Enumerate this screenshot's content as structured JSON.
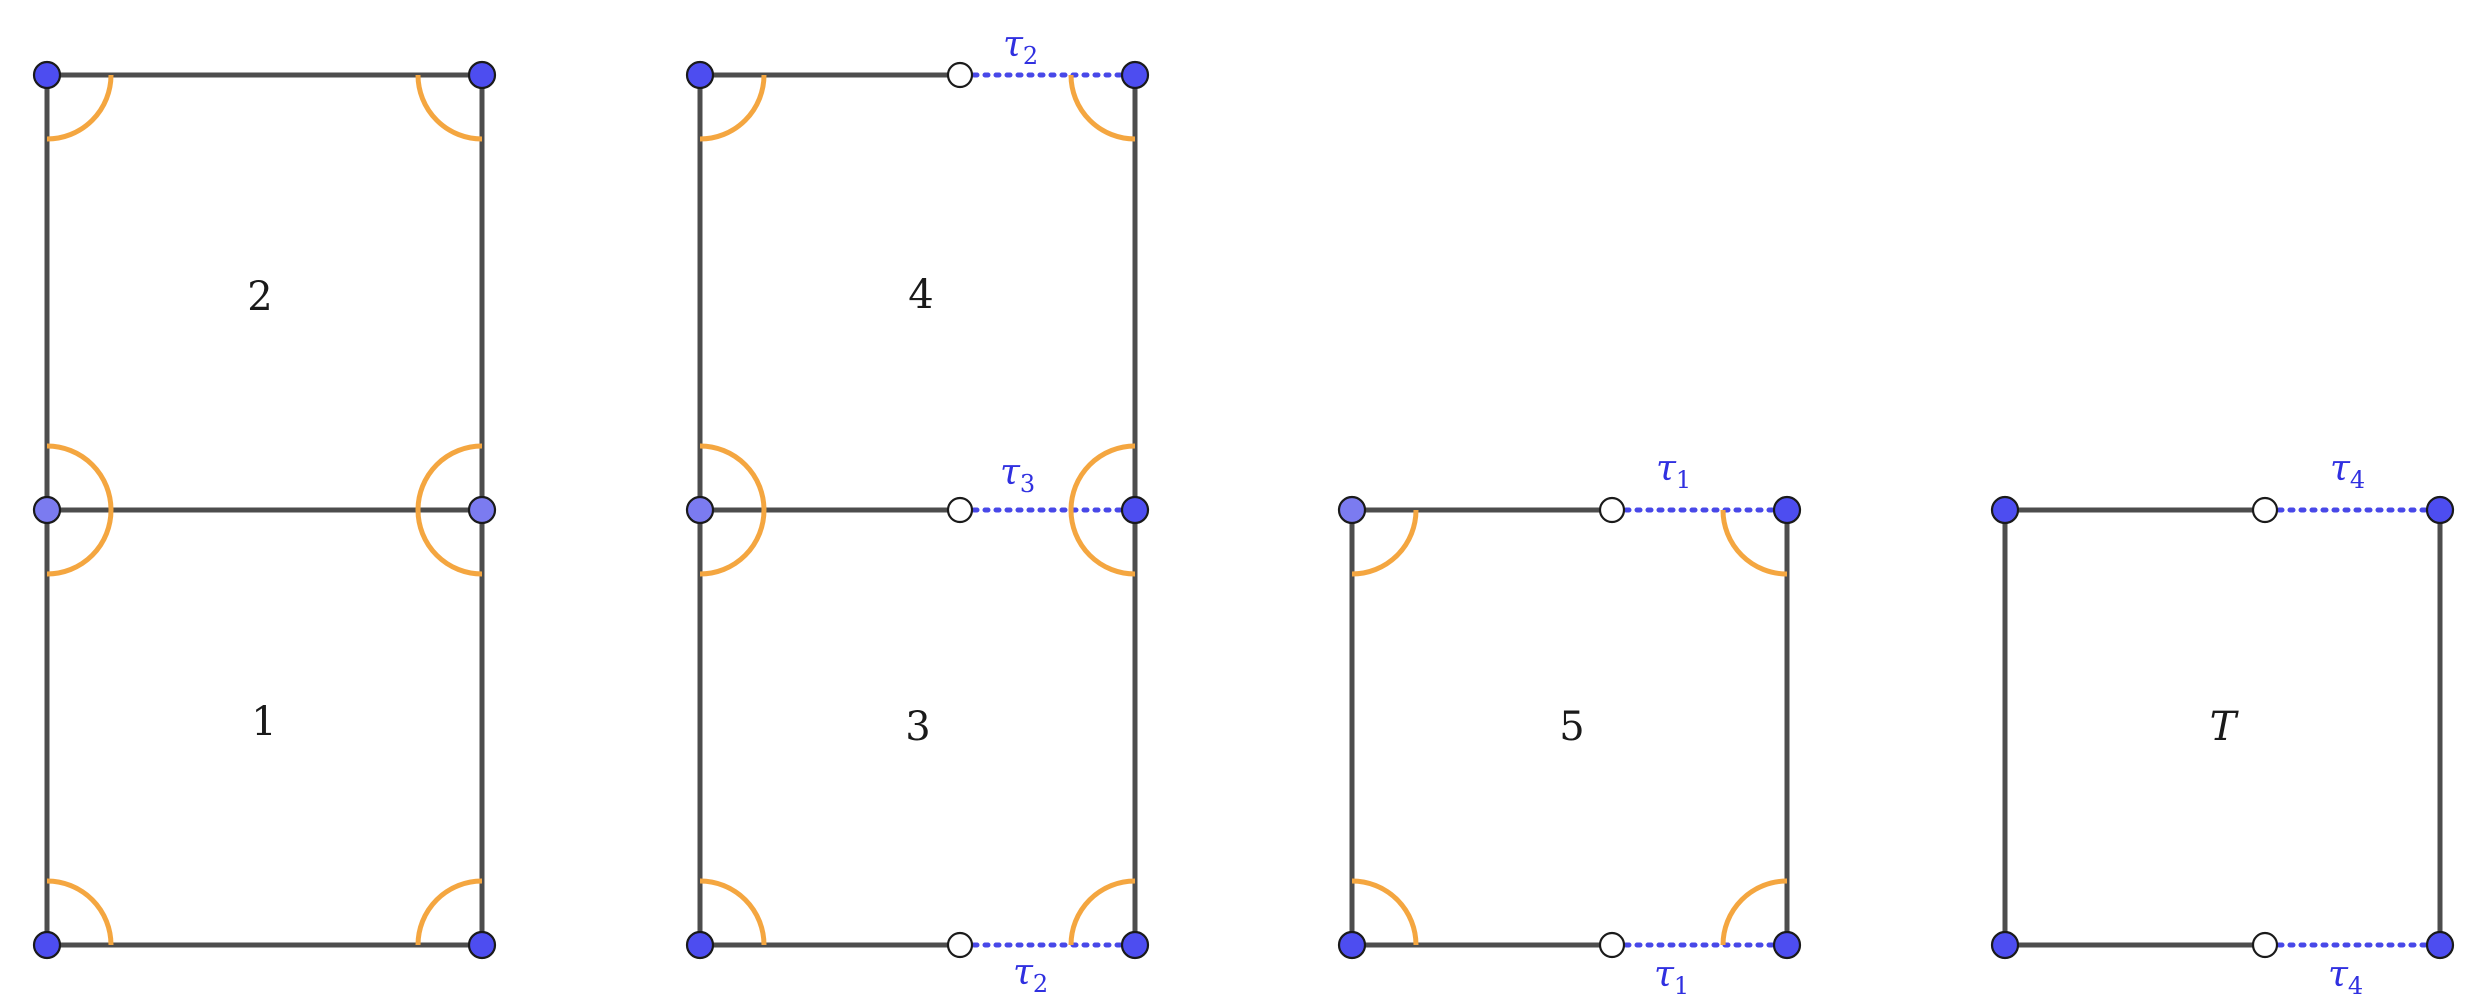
{
  "squares": [
    {
      "id": "sq1",
      "label": "1",
      "italic": false
    },
    {
      "id": "sq2",
      "label": "2",
      "italic": false
    },
    {
      "id": "sq3",
      "label": "3",
      "italic": false
    },
    {
      "id": "sq4",
      "label": "4",
      "italic": false
    },
    {
      "id": "sq5",
      "label": "5",
      "italic": false
    },
    {
      "id": "sqT",
      "label": "T",
      "italic": true
    }
  ],
  "translations": [
    {
      "id": "tau2-top",
      "symbol": "τ",
      "sub": "2"
    },
    {
      "id": "tau3",
      "symbol": "τ",
      "sub": "3"
    },
    {
      "id": "tau2-bottom",
      "symbol": "τ",
      "sub": "2"
    },
    {
      "id": "tau1-top",
      "symbol": "τ",
      "sub": "1"
    },
    {
      "id": "tau1-bottom",
      "symbol": "τ",
      "sub": "1"
    },
    {
      "id": "tau4-top",
      "symbol": "τ",
      "sub": "4"
    },
    {
      "id": "tau4-bottom",
      "symbol": "τ",
      "sub": "4"
    }
  ],
  "colors": {
    "edge": "#4d4d4d",
    "gluing": "#4848e8",
    "angle_arc": "#f4a640",
    "vertex": "#4d4df0",
    "open_vertex": "#ffffff",
    "tau_text": "#3030e0"
  }
}
